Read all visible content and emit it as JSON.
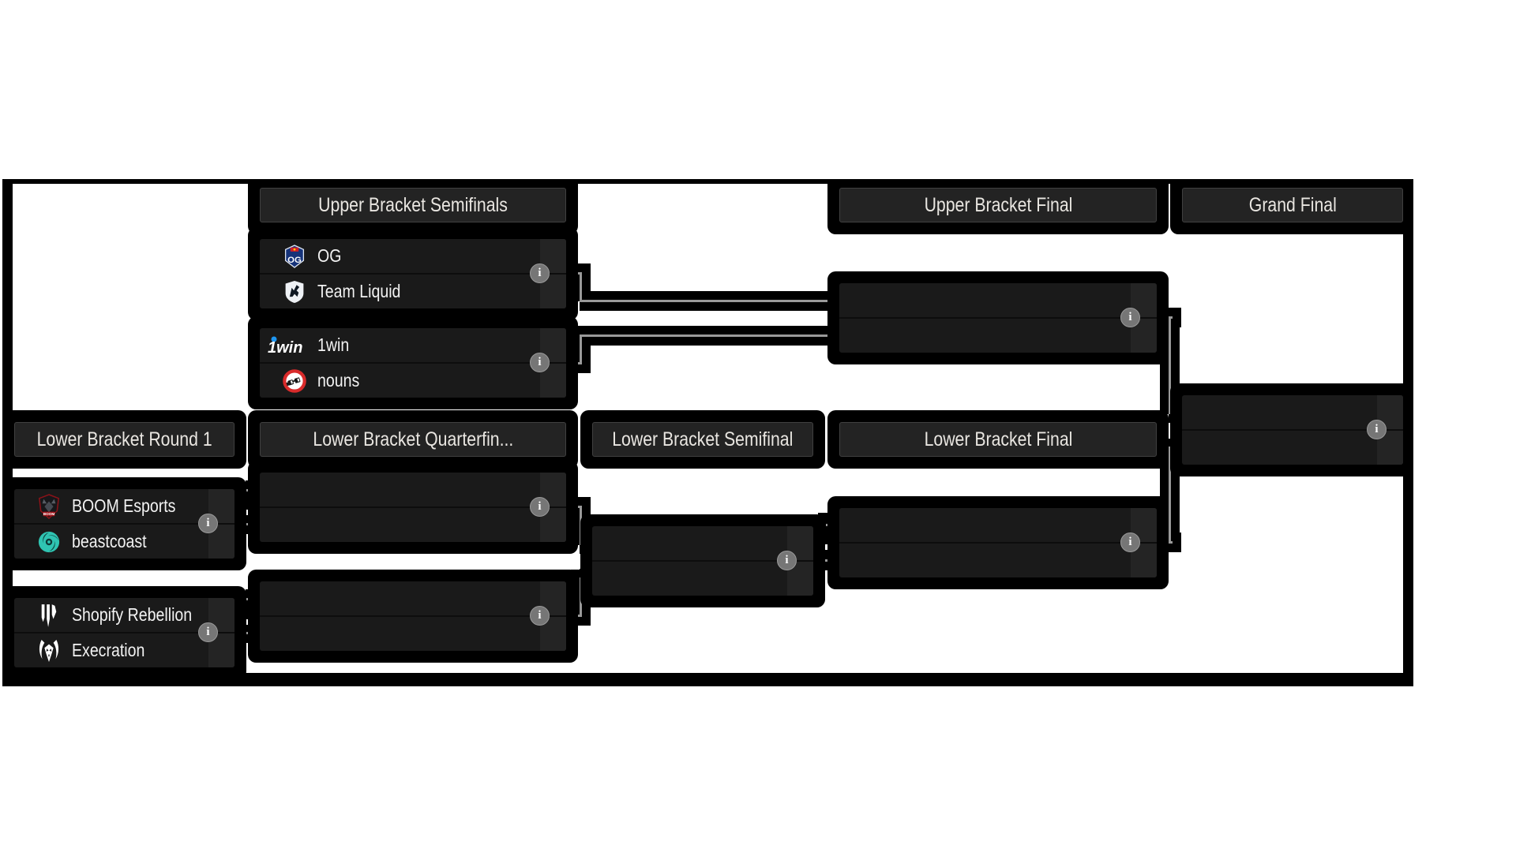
{
  "ui": {
    "info_glyph": "i"
  },
  "colors": {
    "page_bg": "#ffffff",
    "frame_black": "#000000",
    "box_bg": "#1a1a1a",
    "score_strip_bg": "#242424",
    "header_bg": "#232323",
    "header_border": "#404040",
    "header_text": "#e9e6e1",
    "team_text": "#f2f2f2",
    "connector_gray": "#999999",
    "info_icon_bg": "#767676",
    "og_blue": "#16337a",
    "og_red": "#d01f26",
    "liquid_white": "#eef1f5",
    "onewin_blue": "#1e97f3",
    "nouns_red": "#d92b2b",
    "boom_red": "#8c1218",
    "beastcoast_teal": "#2fc4b2"
  },
  "headers": {
    "upper_bracket_semifinals": "Upper Bracket Semifinals",
    "upper_bracket_final": "Upper Bracket Final",
    "grand_final": "Grand Final",
    "lower_bracket_round1": "Lower Bracket Round 1",
    "lower_bracket_quarterfinals": "Lower Bracket Quarterfin...",
    "lower_bracket_semifinal": "Lower Bracket Semifinal",
    "lower_bracket_final": "Lower Bracket Final"
  },
  "matches": {
    "ubsf1": {
      "top": {
        "name": "OG"
      },
      "bottom": {
        "name": "Team Liquid"
      }
    },
    "ubsf2": {
      "top": {
        "name": "1win"
      },
      "bottom": {
        "name": "nouns"
      }
    },
    "lbr1_1": {
      "top": {
        "name": "BOOM Esports"
      },
      "bottom": {
        "name": "beastcoast"
      }
    },
    "lbr1_2": {
      "top": {
        "name": "Shopify Rebellion"
      },
      "bottom": {
        "name": "Execration"
      }
    }
  }
}
